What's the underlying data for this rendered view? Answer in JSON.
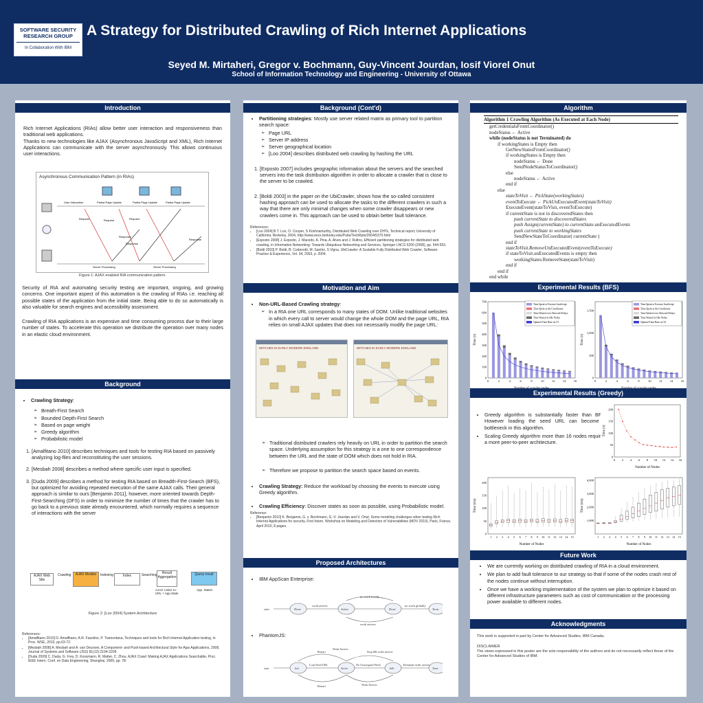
{
  "header": {
    "logo_line1": "SOFTWARE SECURITY RESEARCH GROUP",
    "logo_line2": "In Collaboration With IBM",
    "title": "A Strategy for Distributed Crawling of Rich Internet Applications",
    "authors": "Seyed M. Mirtaheri, Gregor v. Bochmann, Guy-Vincent Jourdan, Iosif Viorel Onut",
    "affiliation": "School of Information Technology and Engineering - University of Ottawa"
  },
  "intro": {
    "heading": "Introduction",
    "p1": "Rich Internet Applications (RIAs) allow better user interaction and responsiveness than traditional web applications.",
    "p1b": "Thanks to new technologies like AJAX (Asynchronous JavaScript and XML), Rich Internet Applications can communicate with the server asynchronously. This allows continuous user interactions.",
    "fig_title": "Asynchronous Communication Pattern (in RIAs)",
    "fig_labels": [
      "User Interaction",
      "Partial Page Update",
      "Partial Page Update",
      "Partial Page Update",
      "Request",
      "Request",
      "Request",
      "Response",
      "Response",
      "Response",
      "Server Processing",
      "Server Processing"
    ],
    "fig_caption": "Figure 1: AJAX enabled RIA communication pattern.",
    "p2": "Security of RIA and automating security testing are important, ongoing, and growing concerns. One important aspect of this automation is the crawling of RIAs i.e. reaching all possible states of the application from the initial state. Being able to do so automatically is also valuable for search engines and accessibility assessment.",
    "p3": "Crawling of RIA applications is an expensive and time consuming process due to their large number of states. To accelerate this operation we distribute the operation over many nodes in an elastic cloud environment."
  },
  "background": {
    "heading": "Background",
    "strategy_label": "Crawling Strategy",
    "strategies": [
      "Breath-First Search",
      "Bounded Depth-First Search",
      "Based on page weight",
      "Greedy algorithm",
      "Probabilistic model"
    ],
    "items": [
      "[Amalfitano 2010] describes techniques and tools for testing RIA based on passively analyzing log-files and reconstituting the user sessions.",
      "[Mesbah 2008] describes a method where specific user input is specified.",
      "[Duda 2009] describes a method for testing RIA based on Breadth-First-Search (BFS), but optimized for avoiding repeated execution of the same AJAX calls. Their general approach is similar to ours [Benjamin 2011], however, more oriented towards Depth-First-Searching (DFS) in order to minimize the number of times that the crawler has to go back to a previous state already encountered, which normally requires a sequence of interactions with the server"
    ],
    "fig2_boxes": [
      "AJAX Web Site",
      "Crawling",
      "AJAX Models",
      "Indexing",
      "Index",
      "Searching",
      "Result Aggregation",
      "Query result",
      "AJAX 'Links' to: URL + App.State",
      "App. States"
    ],
    "fig2_caption": "Figure 2: [Loo 2004] System Architecture",
    "refs_title": "References:",
    "refs": [
      "[Amalfitano 2010] D. Amalfitano, A.R. Fasolino, P. Tramontana, Techniques and tools for Rich Internet Application testing, in Proc. WSE, 2010, pp.63-72.",
      "[Mesbah 2008] A. Mesbah and A. van Deursen, A Component- and Push-based Architectural Style for Ajax Applications, 2008, Journal of Systems and Software (JSS) 81(12):2194-2209",
      "[Duda 2009] C. Duda, G. Frey, D. Kossmann, R. Matter, C. Zhou, AJAX Crawl: Making AJAX Applications Searchable, Proc. IEEE Intern. Conf. on Data Engineering, Shanghai, 2009, pp. 78-"
    ]
  },
  "background2": {
    "heading": "Background (Cont'd)",
    "partition_label": "Partitioning strategies",
    "partition_text": ": Mostly use server related matrix as primary tool to partition search space:",
    "partition_items": [
      "Page URL",
      "Server IP address",
      "Server geographical location",
      "[Loo 2004] describes distributed web crawling by hashing the URL"
    ],
    "items": [
      "[Exposto 2007] includes geographic information about the servers and the searched servers into the task distribution algorithm in order to allocate a crawler that is close to the server to be crawled.",
      "[Boldi 2003] in the paper on the UbiCrawler, shows how the so-called consistent hashing approach can be used to allocate the tasks to the different crawlers in such a way that there are only minimal changes when some crawler disappears or new crawlers come in. This approach can be used to obtain better fault tolerance."
    ],
    "refs_title": "References:",
    "refs": [
      "[Loo 2004] B.T. Loo, O. Cooper, S Krishnamurthy, Distributed Web Crawling over DHTs, Technical report, University of California, Berkeley, 2004, http://www.eecs.berkeley.edu/Pubs/TechRpts/2004/5370.html",
      "[Exposto 2008] J. Exposto, J. Macedo, A. Pina, A. Alves and J. Rufino, Efficient partitioning strategies for distributed web crawling, in Information Networking: Towards Ubiquitous Networking and Services, Springer LNCS 5200 (2008), pp. 544-553.",
      "[Boldi 2003] P. Boldi, B. Codenotti, M. Santini, S Vigna, UbiCrawler: A Scalable Fully Distributed Web Crawler, Software: Practice & Experience, Vol. 34, 2003, p. 2004."
    ]
  },
  "motivation": {
    "heading": "Motivation and Aim",
    "nonurl_label": "Non-URL-Based Crawling strategy",
    "nonurl_item": "In a RIA one URL corresponds to many states of DOM. Unlike traditional websites in which every call to server would change the whole DOM and the page URL, RIA relies on small AJAX updates that does not necessarily modify the page URL:",
    "screen_title": "WITCHES IN EARLY MODERN ENGLAND",
    "sub1": "Traditional distributed crawlers rely heavily on URL in order to partition the search space. Underlying assumption for this strategy is a one to one correspondence between the URL and the state of DOM which does not hold in RIA.",
    "sub2": "Therefore we propose to partition the search space based on events.",
    "strategy_label": "Crawling Strategy:",
    "strategy_text": "Reduce the workload by choosing the events to execute using Greedy algorithm.",
    "eff_label": "Crawling Efficiency",
    "eff_text": ": Discover states as soon as possible, using Probabilistic model.",
    "refs_title": "Reference:",
    "refs": [
      "[Benjamin 2010] K. Benjamin, G. v. Bochmann, G.-V. Jourdan and V. Onut, Some modeling challenges when testing Rich Internet Applications for security, First Intern. Workshop on Modeling and Detection of Vulnerabilities (MDV 2010), Paris, France, April 2010, 8 pages."
    ]
  },
  "architectures": {
    "heading": "Proposed Architectures",
    "item1": "IBM AppScan Enterprise:",
    "item2": "PhantomJS:",
    "d1": [
      "start",
      "Done",
      "Active",
      "Done",
      "Term.",
      "work arrives",
      "no work globally",
      "no work locally",
      "work arrives"
    ],
    "d2": [
      "start",
      "Init",
      "Active",
      "Idle",
      "Term.",
      "Load Seed URL",
      "No Unassigned Work",
      "Terminate order arrives",
      "Restart",
      "Work Arrives",
      "Stop Idle order arrives",
      "Work Arrives",
      "Restart"
    ]
  },
  "algorithm": {
    "heading": "Algorithm",
    "title": "Algorithm 1 Crawling Algorithm (As Executed at Each Node)",
    "lines": [
      "getCredentialsFromCoordinator()",
      "nodeStatus ← Active",
      "while (nodeStatus is not Terminated) do",
      "if workingStates is Empty then",
      "GetNewStatesFromCoordinator()",
      "if workingStates is Empty then",
      "nodeStatus ← Done",
      "SendNodeStatusToCoordinator()",
      "else",
      "nodeStatus ← Active",
      "end if",
      "else",
      "stateToVisit ← PickState(workingStates)",
      "eventToExecute ← PickUnExecutedEvent(stateToVisit)",
      "ExecuteEvent(stateToVisit, eventToExecute)",
      "if currentState is not in discoveredStates then",
      "push currentState to discoveredStates",
      "push Assign(currentState) to currentState.unExecutedEvents",
      "push currentState to workingStates",
      "SendNewStateToCoordinator( currentState )",
      "end if",
      "stateToVisit.RemoveUnExecutedEvent(eventToExecute)",
      "if stateToVisit.unExecutedEvents is empty then",
      "workingStates.RemoveState(stateToVisit)",
      "end if",
      "end if",
      "end while"
    ]
  },
  "bfs": {
    "heading": "Experimental Results (BFS)"
  },
  "greedy": {
    "heading": "Experimental Results (Greedy)",
    "items": [
      "Greedy algorithm is substantially faster than BFS. However loading the seed URL can become a bottleneck in this algorithm.",
      "Scaling Greedy algorithm more than 16 nodes requires a more peer-to-peer architecture."
    ]
  },
  "future": {
    "heading": "Future Work",
    "items": [
      "We are currently working on distributed crawling of RIA in a cloud environment.",
      "We plan to add fault tolerance to our strategy so that if some of the nodes crash rest of the nodes continue without interruption.",
      "Once we have a working implementation of the system we plan to optimize it based on different infrastructure parameters such as cost of communication or the processing power available to different nodes."
    ]
  },
  "ack": {
    "heading": "Acknowledgments",
    "text": "This work is supported in part by Center for Advanced Studies, IBM Canada.",
    "disclaimer_title": "DISCLAIMER",
    "disclaimer": "The views expressed in this poster are the sole responsibility of the authors and do not necessarily reflect those of the Center for Advanced Studies of IBM."
  },
  "chart_data": [
    {
      "type": "bar",
      "xlabel": "Number of crawler nodes",
      "ylabel": "Time (s)",
      "ylim": [
        0,
        700
      ],
      "yticks": [
        0,
        100,
        200,
        300,
        400,
        500,
        600,
        700
      ],
      "xticks": [
        0,
        2,
        4,
        6,
        8,
        10,
        12,
        14,
        16
      ],
      "legend_position": "top-right",
      "x": [
        1,
        2,
        3,
        4,
        5,
        6,
        7,
        8,
        9,
        10,
        11,
        12,
        13,
        14,
        15
      ],
      "series": [
        {
          "name": "Time Spent to Execute JavaScript",
          "color": "#9b97e0",
          "values": [
            600,
            380,
            275,
            210,
            170,
            140,
            120,
            105,
            95,
            85,
            78,
            72,
            67,
            62,
            58
          ]
        },
        {
          "name": "Time Spent at the Coordinator",
          "color": "#e8707a",
          "values": [
            3,
            3,
            3,
            3,
            3,
            3,
            3,
            3,
            3,
            3,
            3,
            3,
            3,
            3,
            3
          ]
        },
        {
          "name": "Time Wasted over Network Delays",
          "color": "#d8d8d8",
          "values": [
            5,
            5,
            5,
            5,
            5,
            5,
            5,
            5,
            5,
            5,
            5,
            5,
            5,
            5,
            5
          ]
        },
        {
          "name": "Time Wasted in Idle Nodes",
          "color": "#6a6a6a",
          "values": [
            0,
            20,
            25,
            20,
            18,
            16,
            14,
            12,
            10,
            10,
            9,
            8,
            8,
            7,
            7
          ]
        },
        {
          "name": "Optimal Time Base on T1",
          "color": "#3a3ad0",
          "values": [
            600,
            300,
            200,
            150,
            120,
            100,
            86,
            75,
            67,
            60,
            55,
            50,
            46,
            43,
            40
          ]
        }
      ]
    },
    {
      "type": "bar",
      "xlabel": "Number of crawler nodes",
      "ylabel": "Time (s)",
      "ylim": [
        0,
        1700
      ],
      "yticks": [
        0,
        500,
        1000,
        1500
      ],
      "xticks": [
        0,
        2,
        4,
        6,
        8,
        10,
        12,
        14,
        16
      ],
      "legend_position": "top-right",
      "x": [
        1,
        2,
        3,
        4,
        5,
        6,
        7,
        8,
        9,
        10,
        11,
        12,
        13,
        14,
        15
      ],
      "series": [
        {
          "name": "Time Spent to Execute JavaScript",
          "color": "#9b97e0",
          "values": [
            1400,
            700,
            500,
            380,
            300,
            250,
            215,
            190,
            170,
            150,
            140,
            130,
            120,
            112,
            105
          ]
        },
        {
          "name": "Time Spent at the Coordinator",
          "color": "#e8707a",
          "values": [
            5,
            5,
            5,
            5,
            5,
            5,
            5,
            5,
            5,
            5,
            5,
            5,
            5,
            5,
            5
          ]
        },
        {
          "name": "Time Wasted over Network Delays",
          "color": "#d8d8d8",
          "values": [
            10,
            10,
            10,
            10,
            10,
            10,
            10,
            10,
            10,
            10,
            10,
            10,
            10,
            10,
            10
          ]
        },
        {
          "name": "Time Wasted in Idle Nodes",
          "color": "#6a6a6a",
          "values": [
            0,
            40,
            40,
            30,
            28,
            25,
            22,
            20,
            18,
            16,
            15,
            14,
            13,
            12,
            12
          ]
        },
        {
          "name": "Optimal Time Base on T2",
          "color": "#3a3ad0",
          "values": [
            1400,
            700,
            467,
            350,
            280,
            233,
            200,
            175,
            156,
            140,
            127,
            117,
            108,
            100,
            93
          ]
        }
      ]
    },
    {
      "type": "line",
      "xlabel": "Number of Nodes",
      "ylabel": "Time (s)",
      "xlim": [
        0,
        16
      ],
      "ylim": [
        0,
        220
      ],
      "yticks": [
        0,
        50,
        100,
        150,
        200
      ],
      "xticks": [
        0,
        2,
        4,
        6,
        8,
        10,
        12,
        14,
        16
      ],
      "x": [
        1,
        2,
        3,
        4,
        5,
        6,
        7,
        8,
        9,
        10,
        11,
        12,
        13,
        14,
        15
      ],
      "series": [
        {
          "color": "#e0403a",
          "values": [
            200,
            150,
            110,
            85,
            72,
            60,
            52,
            50,
            48,
            45,
            44,
            42,
            41,
            40,
            42
          ]
        }
      ]
    },
    {
      "type": "box",
      "xlabel": "Number of Nodes",
      "ylabel": "Time (ms)",
      "ylim": [
        0,
        220
      ],
      "yticks": [
        0,
        50,
        100,
        150,
        200
      ],
      "categories": [
        "1",
        "2",
        "3",
        "4",
        "5",
        "6",
        "7",
        "8",
        "9",
        "10",
        "11",
        "12",
        "13",
        "14",
        "15"
      ],
      "medians": [
        35,
        45,
        50,
        52,
        50,
        52,
        50,
        52,
        50,
        53,
        51,
        52,
        50,
        53,
        52
      ],
      "q1": [
        30,
        40,
        44,
        45,
        44,
        45,
        44,
        46,
        44,
        46,
        45,
        46,
        44,
        46,
        45
      ],
      "q3": [
        40,
        52,
        55,
        58,
        56,
        58,
        56,
        58,
        57,
        60,
        58,
        59,
        57,
        60,
        58
      ],
      "whisk_hi": [
        120,
        150,
        170,
        190,
        160,
        180,
        170,
        200,
        165,
        185,
        175,
        195,
        170,
        190,
        185
      ],
      "whisk_lo": [
        20,
        25,
        28,
        30,
        28,
        30,
        28,
        30,
        28,
        30,
        29,
        30,
        28,
        30,
        29
      ]
    },
    {
      "type": "box",
      "xlabel": "Number of Nodes",
      "ylabel": "Time (ms)",
      "ylim": [
        0,
        4200
      ],
      "yticks": [
        1000,
        2000,
        3000,
        4000
      ],
      "categories": [
        "1",
        "2",
        "3",
        "4",
        "5",
        "6",
        "7",
        "8",
        "9",
        "10",
        "11",
        "12",
        "13",
        "14",
        "15"
      ],
      "medians": [
        800,
        800,
        800,
        900,
        1100,
        1300,
        1500,
        1700,
        1900,
        2100,
        2300,
        2500,
        2700,
        2800,
        2900
      ],
      "q1": [
        780,
        780,
        790,
        850,
        950,
        1100,
        1200,
        1300,
        1450,
        1600,
        1700,
        1850,
        2000,
        2100,
        2200
      ],
      "q3": [
        820,
        830,
        850,
        1000,
        1400,
        1700,
        2000,
        2300,
        2600,
        2900,
        3100,
        3300,
        3400,
        3500,
        3600
      ],
      "whisk_hi": [
        850,
        870,
        900,
        1300,
        1900,
        2400,
        2800,
        3100,
        3400,
        3600,
        3800,
        3900,
        4000,
        4000,
        4100
      ],
      "whisk_lo": [
        760,
        760,
        770,
        800,
        850,
        900,
        950,
        1000,
        1050,
        1100,
        1150,
        1200,
        1250,
        1300,
        1300
      ]
    }
  ]
}
